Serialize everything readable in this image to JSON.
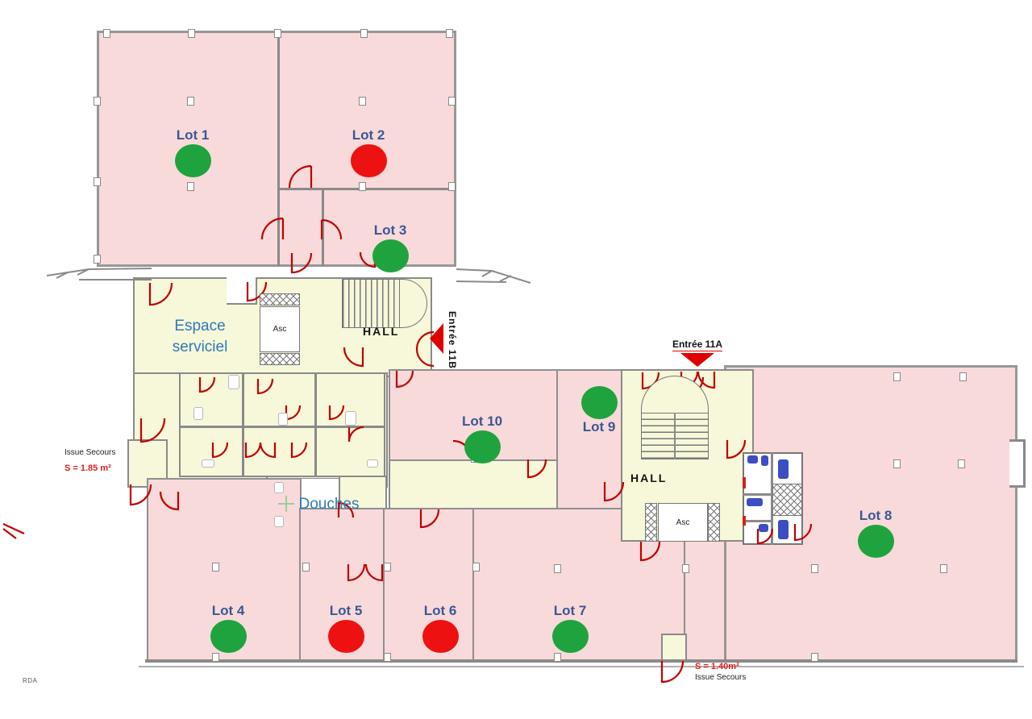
{
  "colors": {
    "available_green": "#1fa33e",
    "occupied_red": "#ee1111",
    "room_pink": "#f8dada",
    "service_cream": "#f7f7da",
    "wall_gray": "#8a8a8a",
    "door_red": "#c00000",
    "lot_label_blue": "#3a5795",
    "area_label_blue": "#2f7ab8",
    "entrance_arrow_red": "#e00000",
    "exit_text_red": "#e02020"
  },
  "lots": [
    {
      "label": "Lot 1",
      "status": "available"
    },
    {
      "label": "Lot 2",
      "status": "occupied"
    },
    {
      "label": "Lot 3",
      "status": "available"
    },
    {
      "label": "Lot 4",
      "status": "available"
    },
    {
      "label": "Lot 5",
      "status": "occupied"
    },
    {
      "label": "Lot 6",
      "status": "occupied"
    },
    {
      "label": "Lot 7",
      "status": "available"
    },
    {
      "label": "Lot 8",
      "status": "available"
    },
    {
      "label": "Lot 9",
      "status": "available"
    },
    {
      "label": "Lot 10",
      "status": "available"
    }
  ],
  "areas": {
    "espace_serviciel": "Espace serviciel",
    "douches": "Douches",
    "hall": "HALL",
    "asc": "Asc"
  },
  "entrances": {
    "entree_11a": "Entrée 11A",
    "entree_11b": "Entrée 11B"
  },
  "exits": {
    "exit_left_label": "Issue Secours",
    "exit_left_surface": "S = 1.85 m²",
    "exit_bottom_surface": "S = 1.40m²",
    "exit_bottom_label": "Issue Secours"
  },
  "footer_note": "RDA"
}
